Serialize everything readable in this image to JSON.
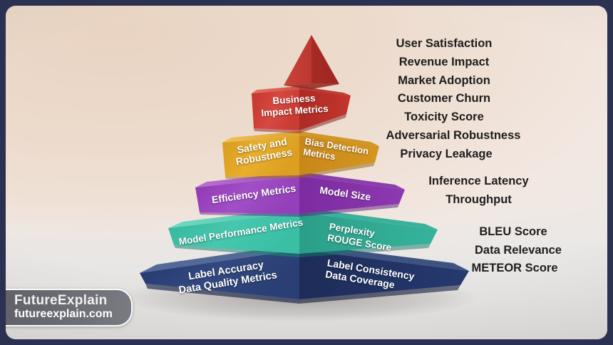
{
  "theme": {
    "frame_color": "#2b3150",
    "background_top": "#e9d4c2",
    "floor_color": "#e4e3e2",
    "note_text_color": "#1d1d1d"
  },
  "pyramid": {
    "type": "3d-layered-pyramid",
    "levels": [
      {
        "id": "apex",
        "color": "#c0392b",
        "color_dark": "#a32a23",
        "left_label": "",
        "right_label": ""
      },
      {
        "id": "business-impact",
        "color": "#cf3b32",
        "color_dark": "#a92a26",
        "left_label": "Business\nImpact Metrics",
        "left_label_line1": "Business",
        "left_label_line2": "Impact Metrics",
        "right_label": ""
      },
      {
        "id": "safety-robustness",
        "color": "#e0a41f",
        "color_dark": "#c4881a",
        "left_label_line1": "Safety and",
        "left_label_line2": "Robustness",
        "right_label_line1": "Bias Detection",
        "right_label_line2": "Metrics"
      },
      {
        "id": "efficiency",
        "color": "#9b3fc0",
        "color_dark": "#7e2fa3",
        "left_label_line1": "Efficiency Metrics",
        "left_label_line2": "",
        "right_label_line1": "Model Size",
        "right_label_line2": ""
      },
      {
        "id": "model-performance",
        "color": "#3cbfa6",
        "color_dark": "#2da390",
        "left_label_line1": "Model Performance Metrics",
        "left_label_line2": "",
        "right_label_line1": "Perplexity",
        "right_label_line2": "ROUGE Score"
      },
      {
        "id": "data-quality",
        "color": "#2a3f7a",
        "color_dark": "#20305e",
        "left_label_line1": "Label Accuracy",
        "left_label_line2": "Data Quality Metrics",
        "right_label_line1": "Label Consistency",
        "right_label_line2": "Data Coverage"
      }
    ]
  },
  "annotations": {
    "group_business": [
      "User Satisfaction",
      "Revenue Impact",
      "Market Adoption",
      "Customer Churn",
      "Toxicity Score",
      "Adversarial Robustness",
      "Privacy Leakage"
    ],
    "group_efficiency": [
      "Inference Latency",
      "Throughput"
    ],
    "group_performance": [
      "BLEU Score",
      "Data Relevance",
      "METEOR Score"
    ]
  },
  "watermark": {
    "brand": "FutureExplain",
    "url": "futureexplain.com"
  }
}
